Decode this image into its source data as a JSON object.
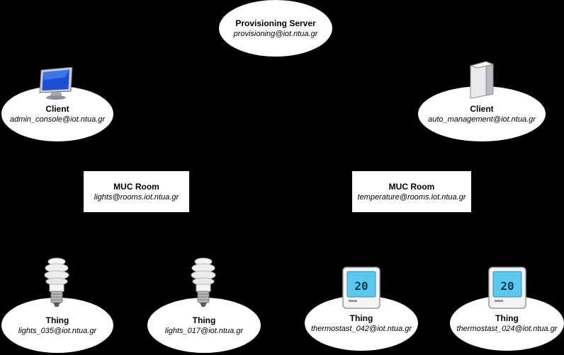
{
  "server": {
    "title": "Provisioning Server",
    "jid": "provisioning@iot.ntua.gr"
  },
  "clients": [
    {
      "title": "Client",
      "jid": "admin_console@iot.ntua.gr",
      "icon": "monitor-icon"
    },
    {
      "title": "Client",
      "jid": "auto_management@iot.ntua.gr",
      "icon": "server-tower-icon"
    }
  ],
  "rooms": [
    {
      "title": "MUC Room",
      "jid": "lights@rooms.iot.ntua.gr"
    },
    {
      "title": "MUC Room",
      "jid": "temperature@rooms.iot.ntua.gr"
    }
  ],
  "things": [
    {
      "title": "Thing",
      "jid": "lights_035@iot.ntua.gr",
      "icon": "light-bulb-icon"
    },
    {
      "title": "Thing",
      "jid": "lights_017@iot.ntua.gr",
      "icon": "light-bulb-icon"
    },
    {
      "title": "Thing",
      "jid": "thermostast_042@iot.ntua.gr",
      "icon": "thermostat-icon",
      "display": "20"
    },
    {
      "title": "Thing",
      "jid": "thermostast_024@iot.ntua.gr",
      "icon": "thermostat-icon",
      "display": "20"
    }
  ],
  "colors": {
    "background": "#000000",
    "node_fill": "#ffffff",
    "thermostat_screen": "#5bc8ef"
  }
}
